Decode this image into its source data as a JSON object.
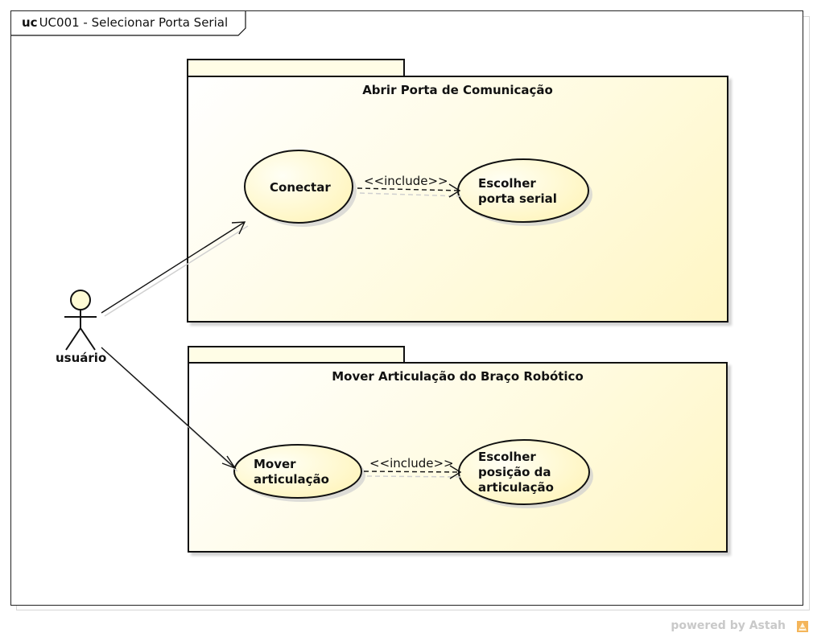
{
  "diagram": {
    "kind_label": "uc",
    "title": "UC001 - Selecionar Porta Serial"
  },
  "actor": {
    "name": "usuário"
  },
  "packages": [
    {
      "name": "Abrir Porta de Comunicação",
      "use_cases": [
        "Conectar",
        "Escolher\nporta serial"
      ],
      "relation_label": "<<include>>"
    },
    {
      "name": "Mover Articulação do Braço Robótico",
      "use_cases": [
        "Mover\narticulação",
        "Escolher\nposição da\narticulação"
      ],
      "relation_label": "<<include>>"
    }
  ],
  "watermark": "powered by Astah",
  "colors": {
    "usecase_fill": "#fffbd5",
    "package_fill": "#fffbe0",
    "line": "#111111"
  }
}
